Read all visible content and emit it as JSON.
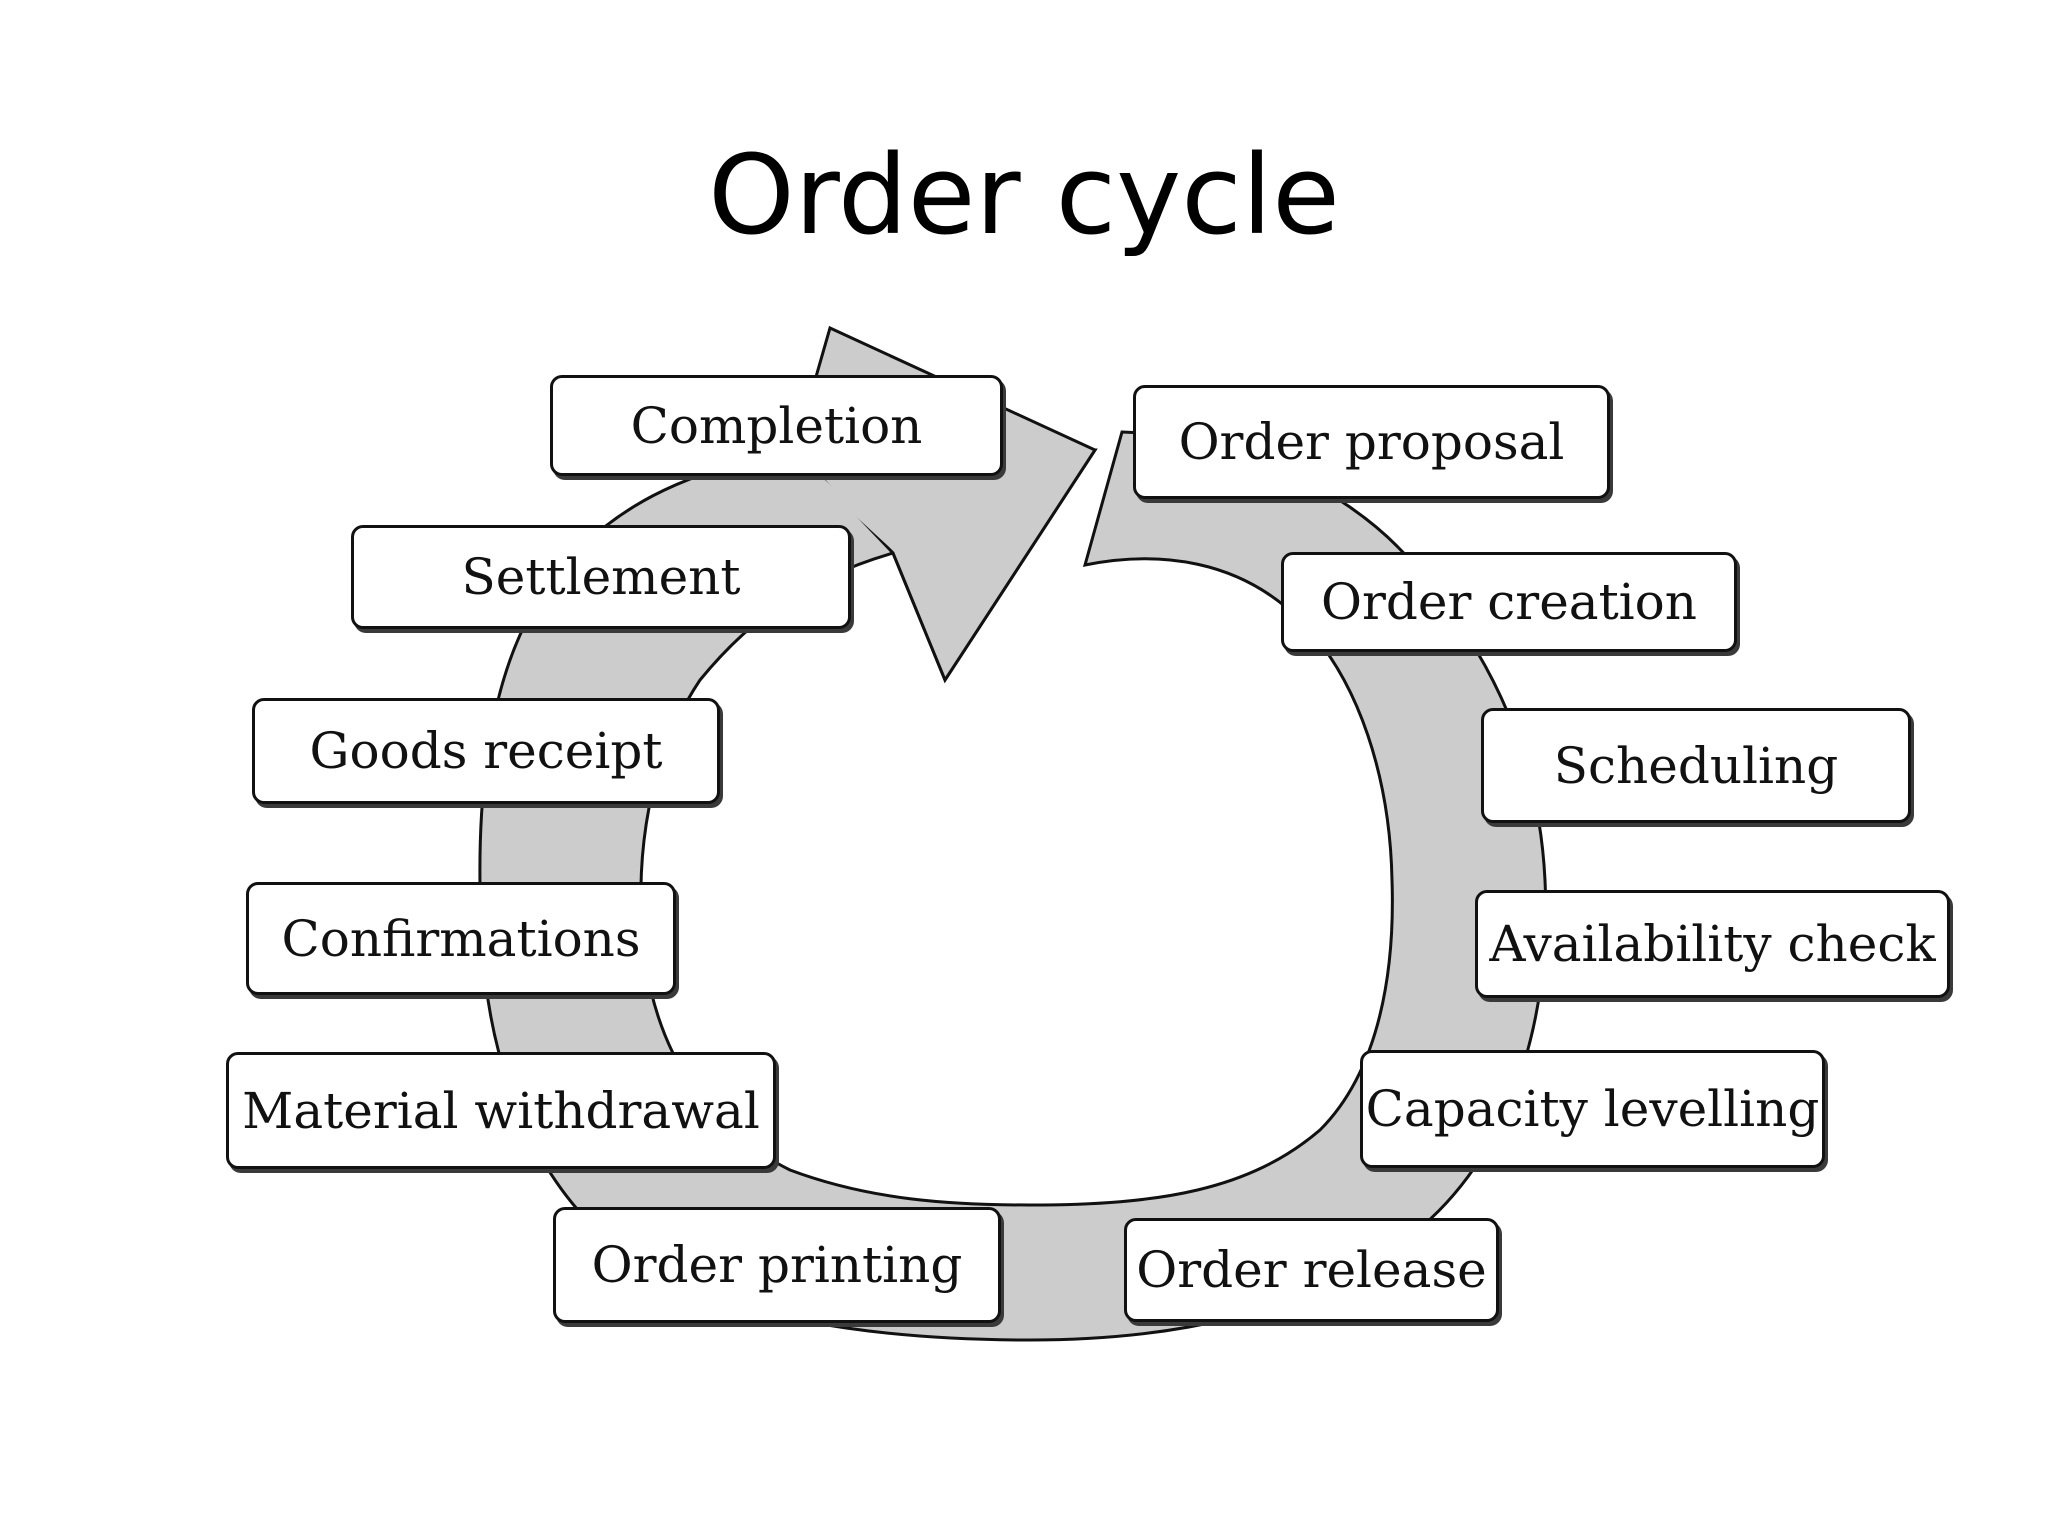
{
  "title": "Order cycle",
  "colors": {
    "arrow_fill": "#cccccc",
    "stroke": "#111111",
    "box_fill": "#ffffff"
  },
  "steps": [
    "Order proposal",
    "Order creation",
    "Scheduling",
    "Availability check",
    "Capacity levelling",
    "Order release",
    "Order printing",
    "Material withdrawal",
    "Confirmations",
    "Goods receipt",
    "Settlement",
    "Completion"
  ]
}
